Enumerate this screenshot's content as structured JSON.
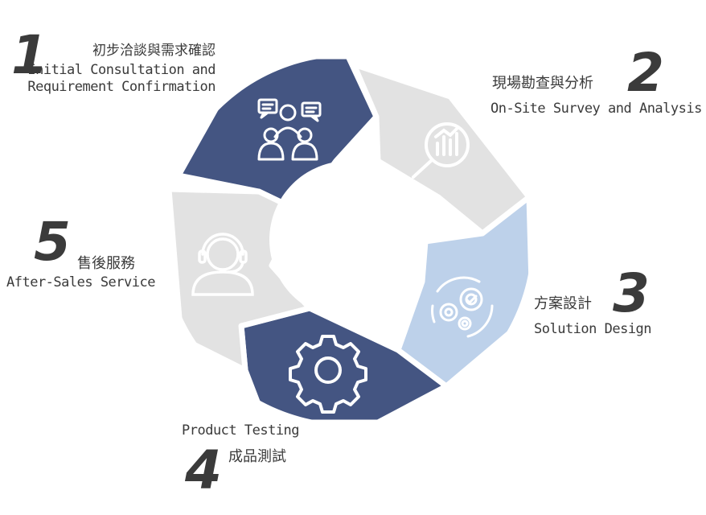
{
  "steps": [
    {
      "number": "1",
      "title_zh": "初步洽談與需求確認",
      "title_en_line1": "Initial Consultation and",
      "title_en_line2": "Requirement Confirmation",
      "icon": "consultation-icon",
      "color": "#445582"
    },
    {
      "number": "2",
      "title_zh": "現場勘查與分析",
      "title_en": "On-Site Survey and Analysis",
      "icon": "analysis-magnifier-icon",
      "color": "#e2e2e2"
    },
    {
      "number": "3",
      "title_zh": "方案設計",
      "title_en": "Solution Design",
      "icon": "gears-icon",
      "color": "#bdd1ea"
    },
    {
      "number": "4",
      "title_zh": "成品測試",
      "title_en": "Product Testing",
      "icon": "gear-icon",
      "color": "#445582"
    },
    {
      "number": "5",
      "title_zh": "售後服務",
      "title_en": "After-Sales Service",
      "icon": "headset-agent-icon",
      "color": "#e2e2e2"
    }
  ]
}
